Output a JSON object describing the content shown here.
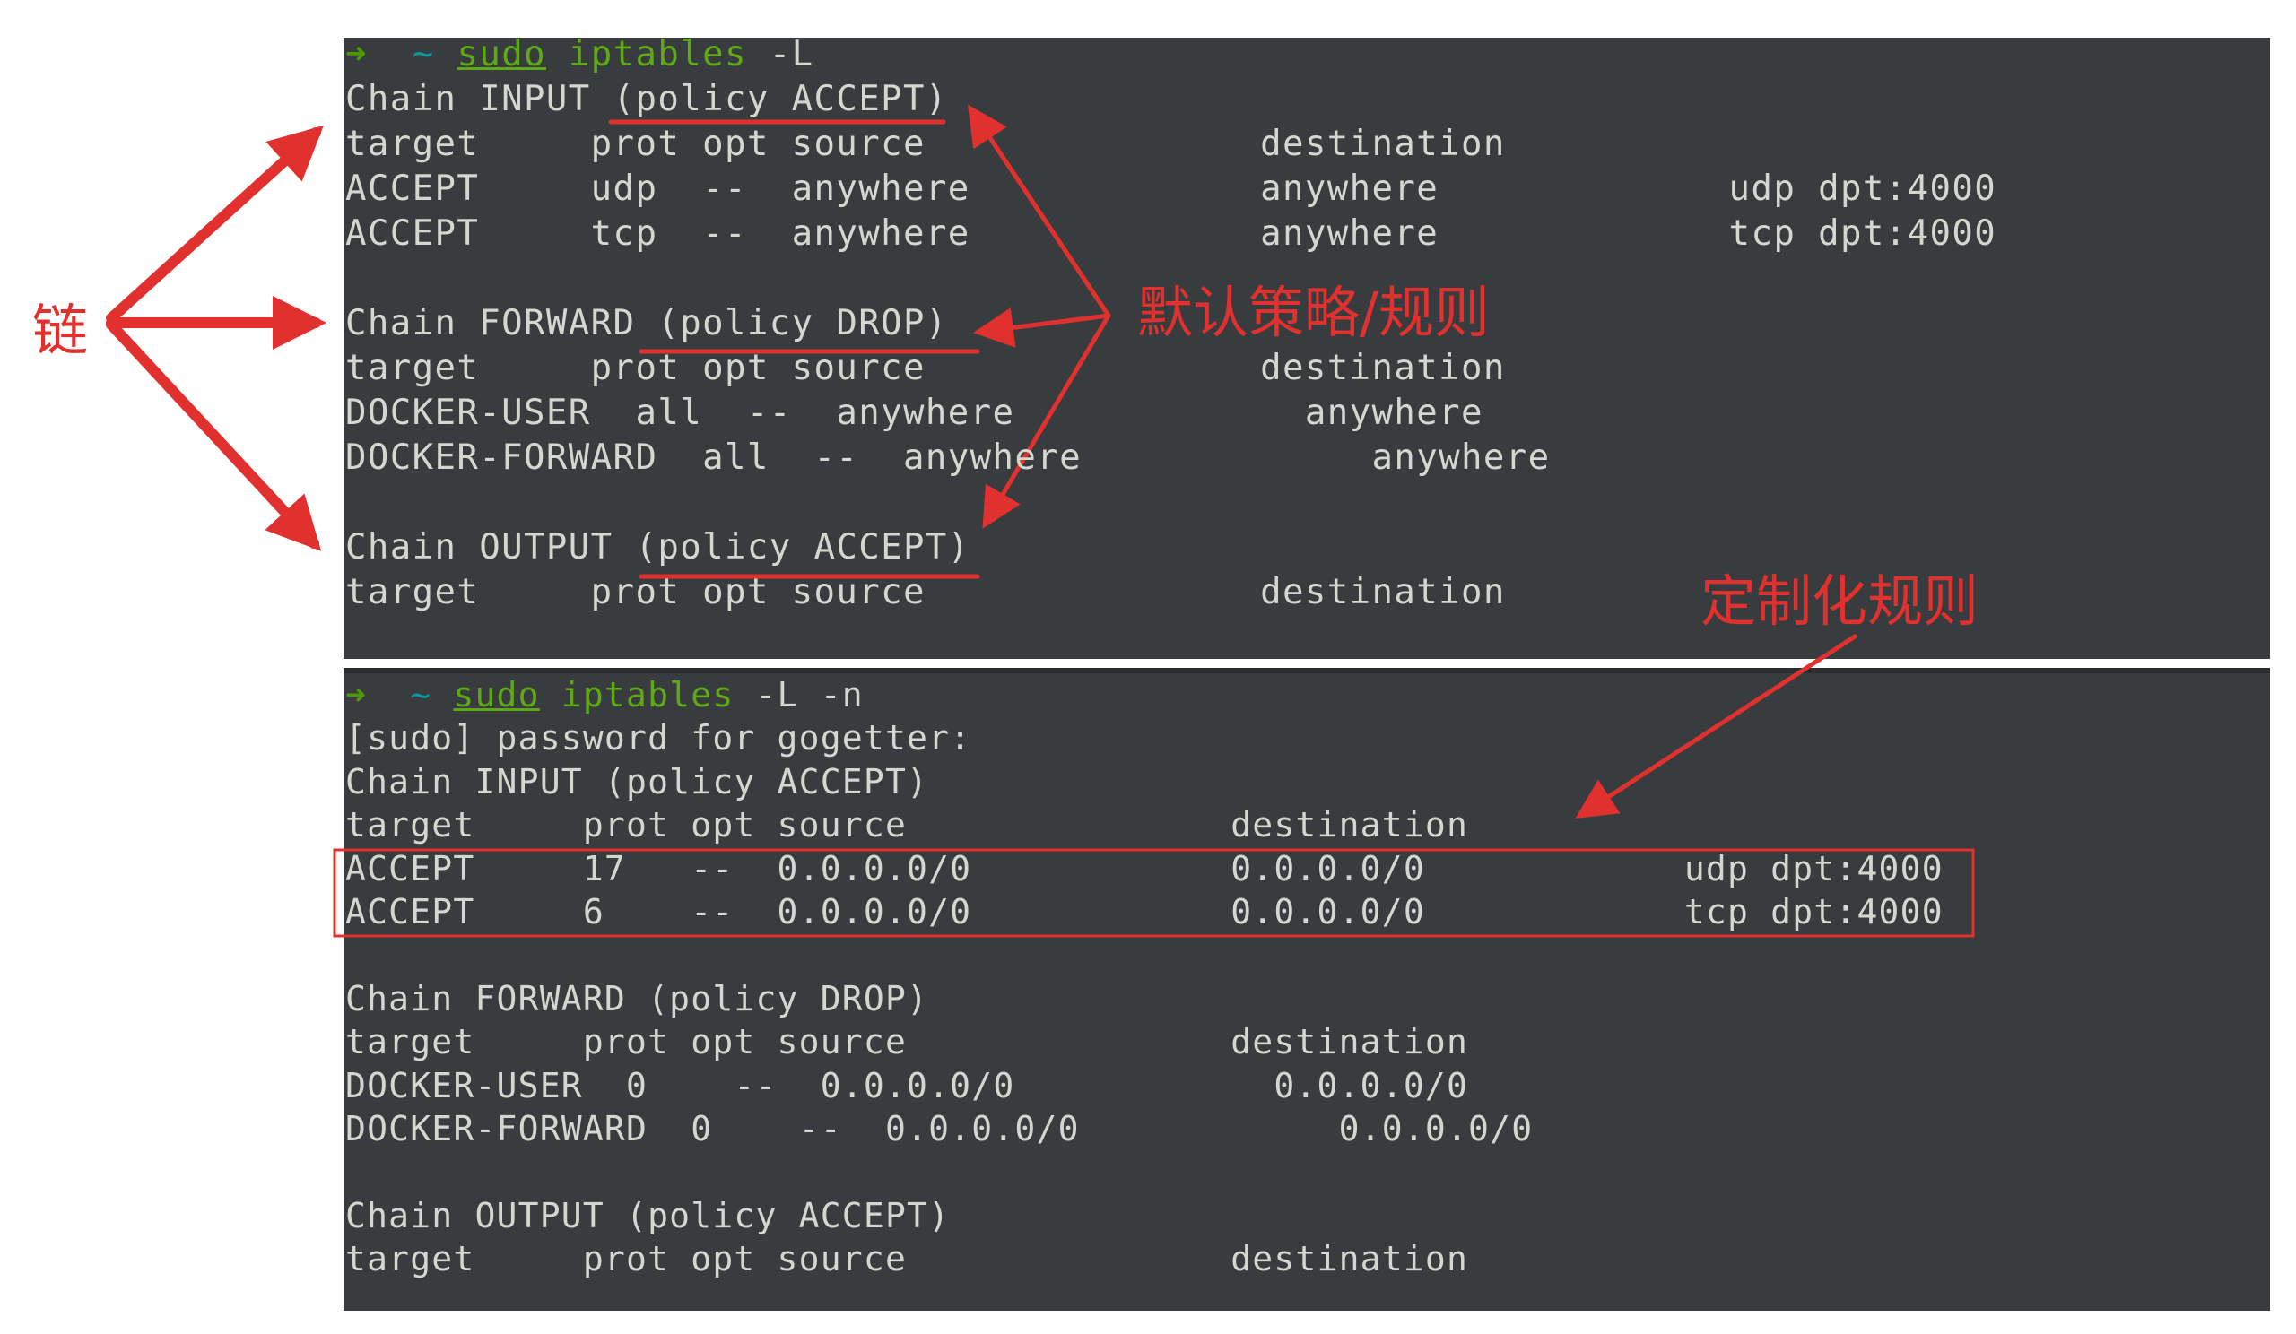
{
  "colors": {
    "terminal_bg": "#383c3f",
    "text": "#d3d7cf",
    "prompt_arrow": "#4e9a06",
    "prompt_tilde": "#06989a",
    "command": "#5fa818",
    "annotation": "#e0312f"
  },
  "terminal1": {
    "prompt": {
      "arrow": "➜",
      "tilde": "~",
      "sudo": "sudo",
      "command": "iptables",
      "args": " -L"
    },
    "lines": [
      "Chain INPUT (policy ACCEPT)",
      "target     prot opt source               destination",
      "ACCEPT     udp  --  anywhere             anywhere             udp dpt:4000",
      "ACCEPT     tcp  --  anywhere             anywhere             tcp dpt:4000",
      "",
      "Chain FORWARD (policy DROP)",
      "target     prot opt source               destination",
      "DOCKER-USER  all  --  anywhere             anywhere",
      "DOCKER-FORWARD  all  --  anywhere             anywhere",
      "",
      "Chain OUTPUT (policy ACCEPT)",
      "target     prot opt source               destination"
    ]
  },
  "terminal2": {
    "prompt": {
      "arrow": "➜",
      "tilde": "~",
      "sudo": "sudo",
      "command": "iptables",
      "args": " -L -n"
    },
    "lines": [
      "[sudo] password for gogetter:",
      "Chain INPUT (policy ACCEPT)",
      "target     prot opt source               destination",
      "ACCEPT     17   --  0.0.0.0/0            0.0.0.0/0            udp dpt:4000",
      "ACCEPT     6    --  0.0.0.0/0            0.0.0.0/0            tcp dpt:4000",
      "",
      "Chain FORWARD (policy DROP)",
      "target     prot opt source               destination",
      "DOCKER-USER  0    --  0.0.0.0/0            0.0.0.0/0",
      "DOCKER-FORWARD  0    --  0.0.0.0/0            0.0.0.0/0",
      "",
      "Chain OUTPUT (policy ACCEPT)",
      "target     prot opt source               destination"
    ]
  },
  "annotations": {
    "chain": "链",
    "default_policy": "默认策略/规则",
    "custom_rules": "定制化规则"
  }
}
